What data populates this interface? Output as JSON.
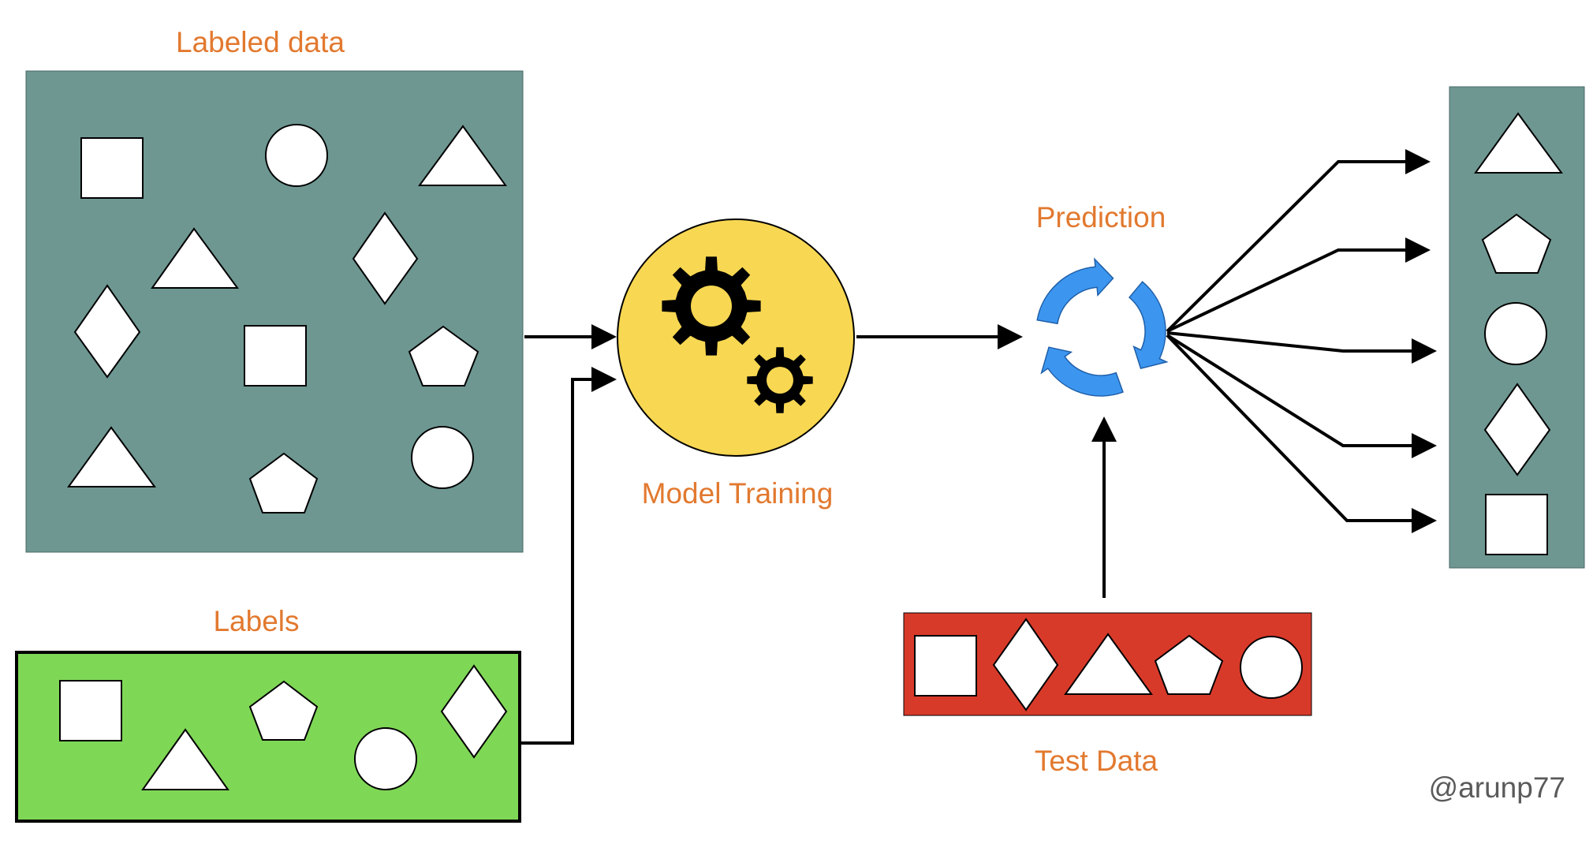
{
  "labels": {
    "labeled_data": "Labeled data",
    "labels": "Labels",
    "model_training": "Model Training",
    "prediction": "Prediction",
    "test_data": "Test Data",
    "credit": "@arunp77"
  },
  "colors": {
    "label_text": "#E2792F",
    "labeled_data_panel": "#6E9792",
    "labels_panel": "#7FD756",
    "model_circle": "#F8D752",
    "test_data_panel": "#D83A2A",
    "output_panel": "#6E9792",
    "prediction_icon": "#3C96F0",
    "gear": "#000000"
  },
  "icons": {
    "model_training": "gears-icon",
    "prediction": "refresh-cycle-icon"
  },
  "panels": {
    "labeled_data": [
      "square",
      "circle",
      "triangle",
      "triangle",
      "diamond",
      "diamond",
      "square",
      "pentagon",
      "triangle",
      "pentagon",
      "circle"
    ],
    "labels": [
      "square",
      "triangle",
      "pentagon",
      "circle",
      "diamond"
    ],
    "test_data": [
      "square",
      "diamond",
      "triangle",
      "pentagon",
      "circle"
    ],
    "output": [
      "triangle",
      "pentagon",
      "circle",
      "diamond",
      "square"
    ]
  }
}
